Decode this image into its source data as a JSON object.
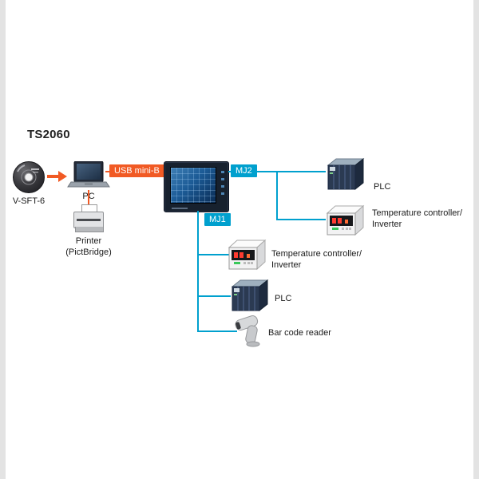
{
  "colors": {
    "orange": "#f15a24",
    "blue": "#00a0ce"
  },
  "title": "TS2060",
  "left_chain": {
    "cd_label": "V-SFT-6",
    "pc_label": "PC",
    "usb_badge": "USB mini-B",
    "printer_label_1": "Printer",
    "printer_label_2": "(PictBridge)"
  },
  "mj2_branch": {
    "badge": "MJ2",
    "plc_label": "PLC",
    "temp_label_1": "Temperature controller/",
    "temp_label_2": "Inverter"
  },
  "mj1_branch": {
    "badge": "MJ1",
    "temp_label_1": "Temperature controller/",
    "temp_label_2": "Inverter",
    "plc_label": "PLC",
    "barcode_label": "Bar code reader"
  }
}
